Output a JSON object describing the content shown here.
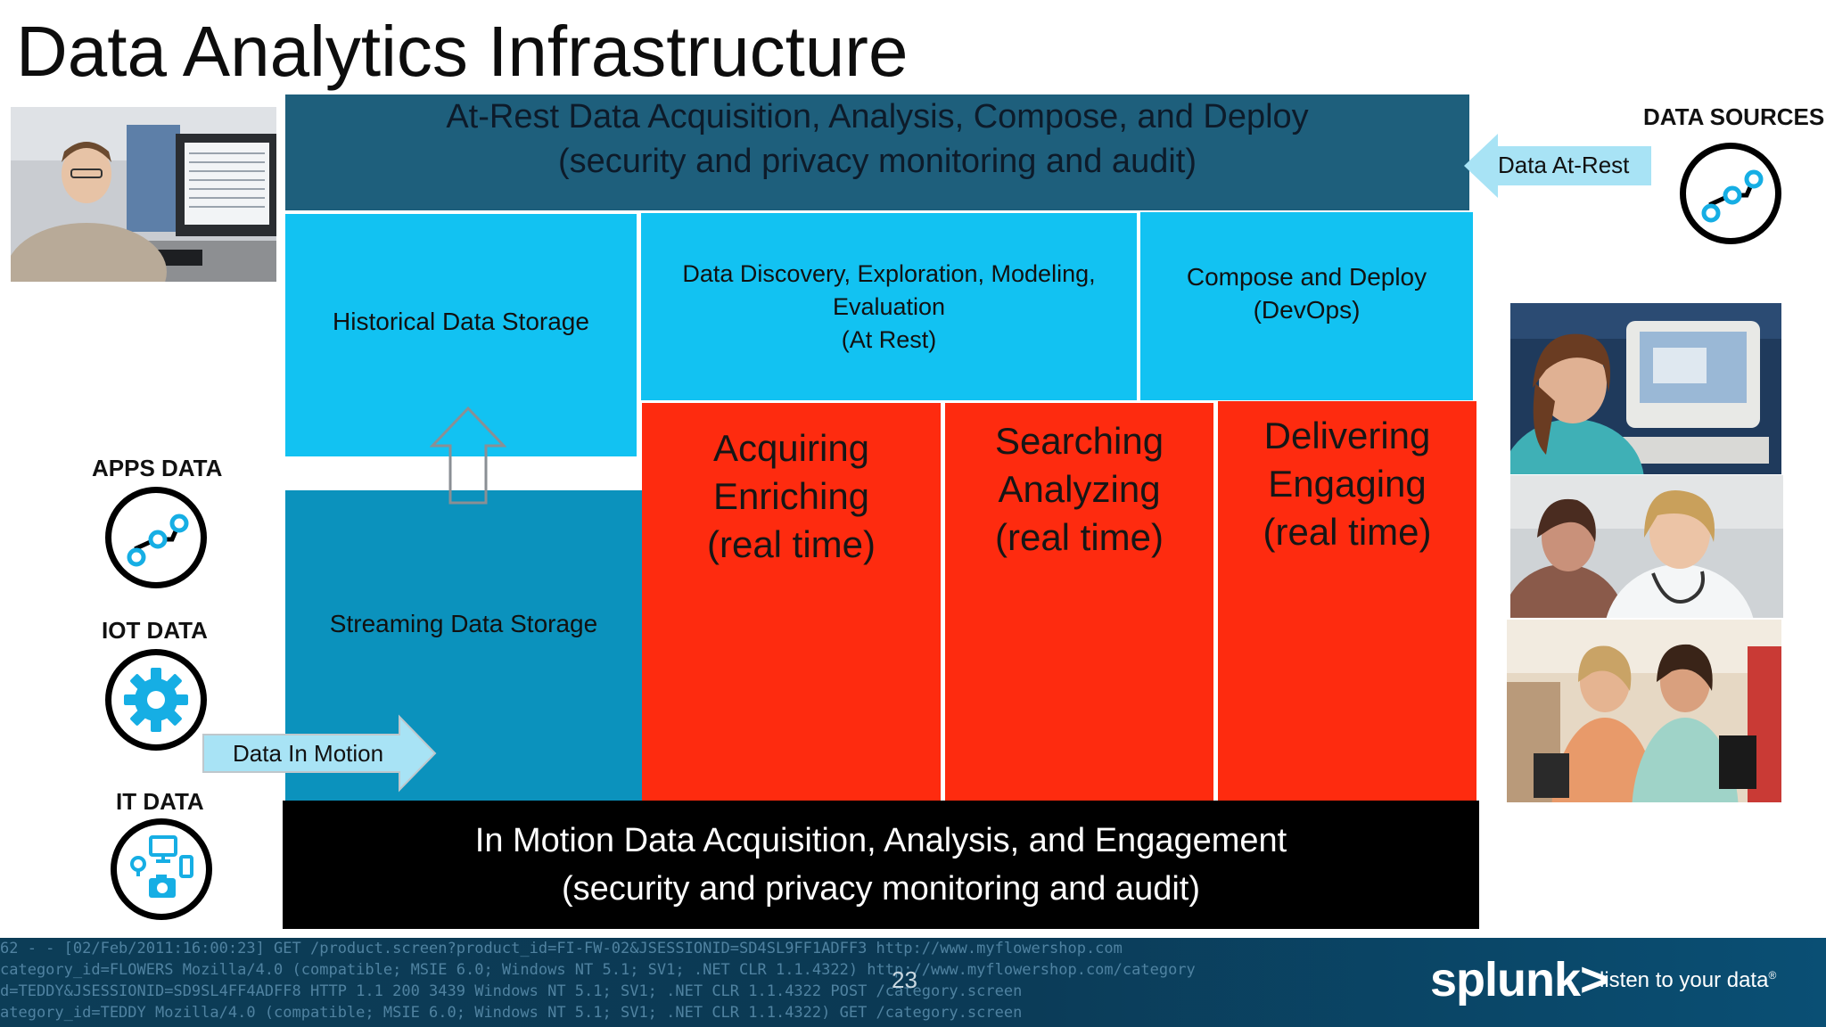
{
  "title": "Data Analytics Infrastructure",
  "blocks": {
    "top_band": {
      "line1": "At-Rest Data Acquisition, Analysis, Compose, and Deploy",
      "line2": "(security and privacy monitoring and audit)"
    },
    "historical": "Historical Data Storage",
    "discovery": {
      "line1": "Data Discovery, Exploration, Modeling,",
      "line2": "Evaluation",
      "line3": "(At Rest)"
    },
    "compose": {
      "line1": "Compose and Deploy",
      "line2": "(DevOps)"
    },
    "streaming": "Streaming Data Storage",
    "acquiring": {
      "line1": "Acquiring",
      "line2": "Enriching",
      "line3": "(real time)"
    },
    "searching": {
      "line1": "Searching",
      "line2": "Analyzing",
      "line3": "(real time)"
    },
    "delivering": {
      "line1": "Delivering",
      "line2": "Engaging",
      "line3": "(real time)"
    },
    "bottom_band": {
      "line1": "In Motion Data Acquisition, Analysis, and Engagement",
      "line2": "(security and privacy monitoring and audit)"
    }
  },
  "arrows": {
    "data_at_rest": "Data At-Rest",
    "data_in_motion": "Data In Motion"
  },
  "sources": {
    "data_sources": "DATA SOURCES",
    "apps": "APPS DATA",
    "iot": "IOT DATA",
    "it": "IT DATA"
  },
  "footer": {
    "page_number": "23",
    "brand": "splunk>",
    "tagline": "listen to your data",
    "trademark": "®",
    "log_lines": [
      "62 - - [02/Feb/2011:16:00:23] GET /product.screen?product_id=FI-FW-02&JSESSIONID=SD4SL9FF1ADFF3 http://www.myflowershop.com",
      "category_id=FLOWERS Mozilla/4.0 (compatible; MSIE 6.0; Windows NT 5.1; SV1; .NET CLR 1.1.4322) http://www.myflowershop.com/category",
      "d=TEDDY&JSESSIONID=SD9SL4FF4ADFF8 HTTP 1.1 200 3439 Windows NT 5.1; SV1; .NET CLR 1.1.4322 POST /category.screen",
      "ategory_id=TEDDY Mozilla/4.0 (compatible; MSIE 6.0; Windows NT 5.1; SV1; .NET CLR 1.1.4322) GET /category.screen"
    ]
  },
  "colors": {
    "top_band": "#1e5f7c",
    "light_blue": "#12c2f2",
    "streaming_blue": "#0b92bd",
    "red": "#fe2b0f",
    "bottom_band": "#000000",
    "arrow_fill": "#a8e3f5",
    "icon_accent": "#16aee4",
    "footer": "#0c3d57"
  },
  "icons": [
    "flow-nodes-icon",
    "gear-icon",
    "devices-icon",
    "up-arrow-icon"
  ]
}
